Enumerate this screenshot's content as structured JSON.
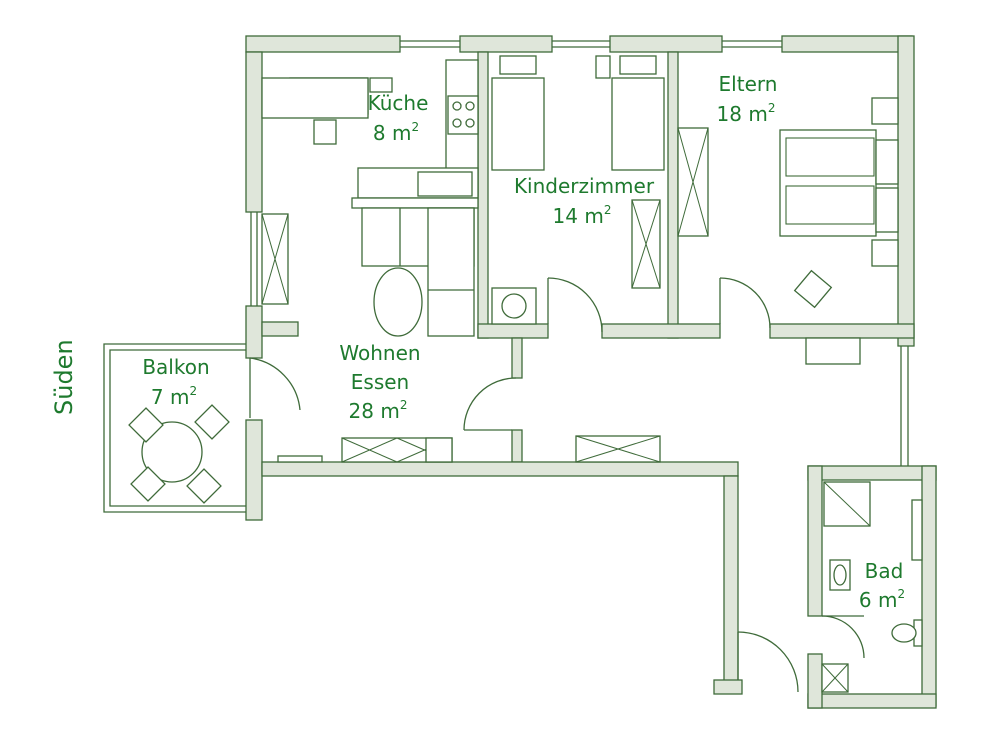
{
  "rooms": {
    "kueche": {
      "name": "Küche",
      "area": "8 m",
      "unit_sup": "2"
    },
    "kinder": {
      "name": "Kinderzimmer",
      "area": "14 m",
      "unit_sup": "2"
    },
    "eltern": {
      "name": "Eltern",
      "area": "18 m",
      "unit_sup": "2"
    },
    "balkon": {
      "name": "Balkon",
      "area": "7 m",
      "unit_sup": "2"
    },
    "wohnen": {
      "name": "Wohnen",
      "name2": "Essen",
      "area": "28 m",
      "unit_sup": "2"
    },
    "bad": {
      "name": "Bad",
      "area": "6 m",
      "unit_sup": "2"
    }
  },
  "compass": {
    "label": "Süden"
  },
  "colors": {
    "label": "#1e7a2e",
    "line": "#3f6b3a",
    "wall_fill": "#dfe6da"
  }
}
